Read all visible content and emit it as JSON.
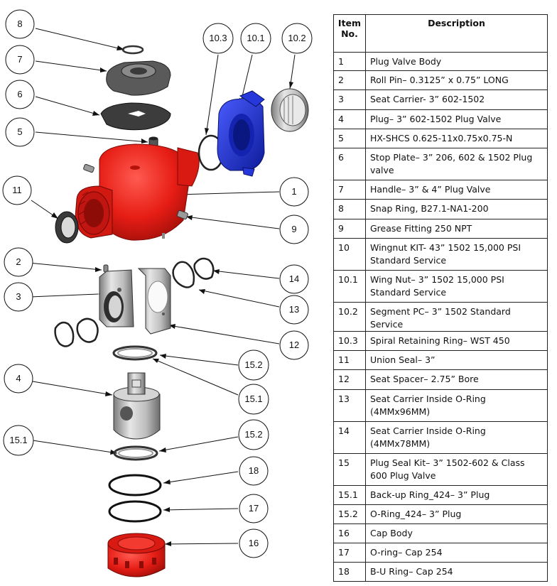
{
  "table": {
    "header_no": "Item No.",
    "header_desc": "Description",
    "rows": [
      {
        "no": "1",
        "desc": "Plug Valve Body"
      },
      {
        "no": "2",
        "desc": "Roll Pin– 0.3125” x 0.75” LONG"
      },
      {
        "no": "3",
        "desc": "Seat Carrier- 3” 602-1502"
      },
      {
        "no": "4",
        "desc": "Plug– 3” 602-1502 Plug Valve"
      },
      {
        "no": "5",
        "desc": "HX-SHCS 0.625-11x0.75x0.75-N"
      },
      {
        "no": "6",
        "desc": "Stop Plate– 3” 206, 602 & 1502 Plug valve"
      },
      {
        "no": "7",
        "desc": "Handle– 3” & 4” Plug Valve"
      },
      {
        "no": "8",
        "desc": "Snap Ring, B27.1-NA1-200"
      },
      {
        "no": "9",
        "desc": "Grease Fitting 250 NPT"
      },
      {
        "no": "10",
        "desc": "Wingnut KIT- 43” 1502 15,000 PSI Standard Service"
      },
      {
        "no": "10.1",
        "desc": "Wing Nut– 3” 1502 15,000 PSI Standard Service"
      },
      {
        "no": "10.2",
        "desc": "Segment PC– 3” 1502 Standard Service"
      },
      {
        "no": "10.3",
        "desc": "Spiral Retaining Ring– WST 450"
      },
      {
        "no": "11",
        "desc": "Union Seal– 3”"
      },
      {
        "no": "12",
        "desc": "Seat Spacer– 2.75” Bore"
      },
      {
        "no": "13",
        "desc": "Seat Carrier Inside O-Ring (4MMx96MM)"
      },
      {
        "no": "14",
        "desc": "Seat Carrier Inside O-Ring (4MMx78MM)"
      },
      {
        "no": "15",
        "desc": "Plug Seal Kit– 3” 1502-602 & Class 600 Plug Valve"
      },
      {
        "no": "15.1",
        "desc": "Back-up Ring_424– 3” Plug"
      },
      {
        "no": "15.2",
        "desc": "O-Ring_424– 3” Plug"
      },
      {
        "no": "16",
        "desc": "Cap Body"
      },
      {
        "no": "17",
        "desc": "O-ring– Cap 254"
      },
      {
        "no": "18",
        "desc": "B-U Ring– Cap 254"
      }
    ]
  },
  "callouts": {
    "c8": "8",
    "c7": "7",
    "c6": "6",
    "c5": "5",
    "c11": "11",
    "c103": "10.3",
    "c101": "10.1",
    "c102": "10.2",
    "c1": "1",
    "c9": "9",
    "c2": "2",
    "c3": "3",
    "c14": "14",
    "c13": "13",
    "c12": "12",
    "c152a": "15.2",
    "c151a": "15.1",
    "c4": "4",
    "c151b": "15.1",
    "c152b": "15.2",
    "c18": "18",
    "c17": "17",
    "c16": "16"
  },
  "colors": {
    "body_red": "#e8201c",
    "wingnut_blue": "#1a2fd6",
    "metal_gray": "#b9b9b9",
    "dark_gray": "#4a4a4a"
  }
}
